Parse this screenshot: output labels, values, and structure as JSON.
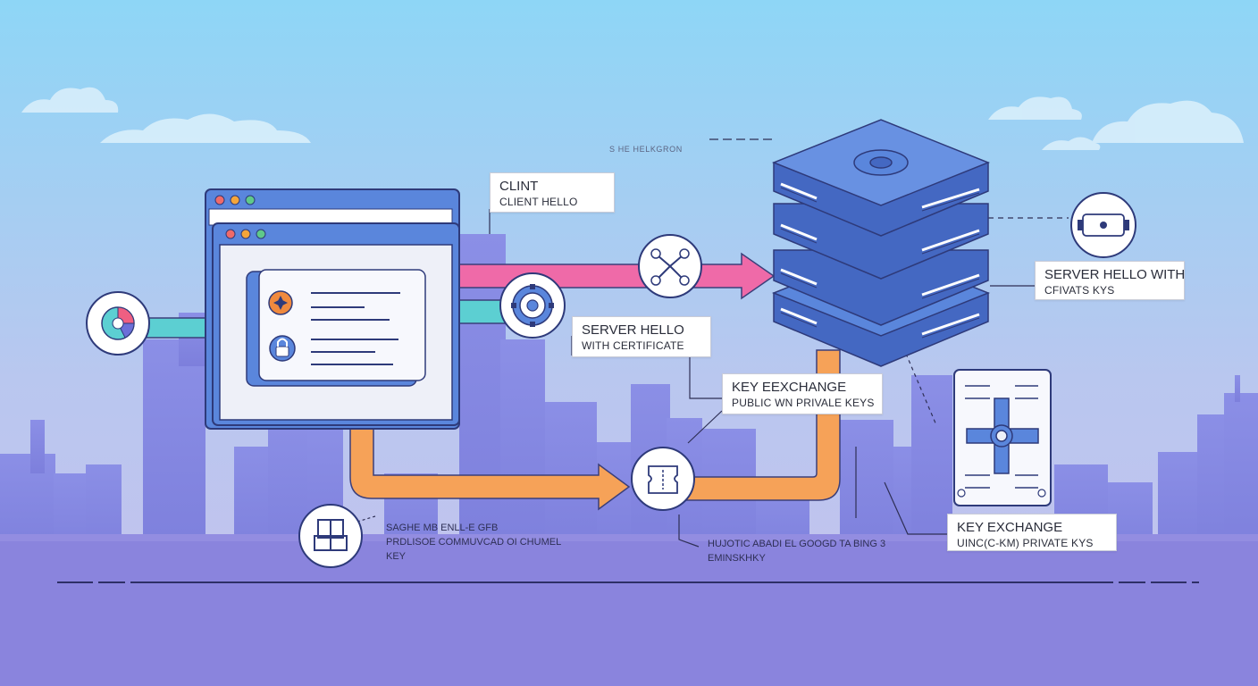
{
  "colors": {
    "sky_top": "#8fd6f5",
    "sky_bottom": "#c7c4ee",
    "ground": "#8a84dd",
    "accent_blue": "#4f7ad3",
    "pink_arrow": "#ef6aa8",
    "teal_arrow": "#5ccfd2",
    "orange_arrow": "#f6a258"
  },
  "top_caption": "S HE HELKGRON",
  "labels": {
    "client_hello": {
      "line1": "CLINT",
      "line2": "CLIENT HELLO"
    },
    "server_hello_cert": {
      "line1": "SERVER HELLO",
      "line2": "WITH CERTIFICATE"
    },
    "key_exchange_center": {
      "line1": "KEY EEXCHANGE",
      "line2": "PUBLIC WN PRIVALE KEYS"
    },
    "server_hello_keys": {
      "line1": "SERVER HELLO WITH",
      "line2": "CFIVATS KYS"
    },
    "key_exchange_right": {
      "line1": "KEY EXCHANGE",
      "line2": "UINC(C-KM) PRIVATE KYS"
    }
  },
  "captions": {
    "bottom_left": [
      "SAGHE MB ENLL-E GFB",
      "PRDLISOE COMMUVCAD OI CHUMEL",
      "KEY"
    ],
    "bottom_center": [
      "HUJOTIC ABADI EL GOOGD TA BING 3",
      "EMINSKHKY"
    ]
  },
  "icons": {
    "browser_badge": "browser-logo-icon",
    "shutter": "shutter-icon",
    "lock": "lock-icon",
    "gear": "gear-icon",
    "network": "network-nodes-icon",
    "ticket": "ticket-icon",
    "chip": "chip-icon",
    "key_exchange": "key-exchange-icon",
    "certificate": "certificate-icon"
  }
}
